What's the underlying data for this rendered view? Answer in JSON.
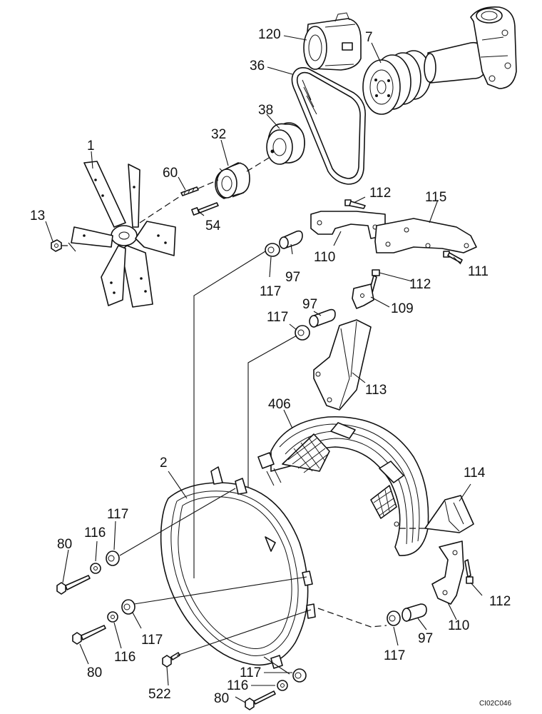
{
  "figure_ref": "CI02C046",
  "labels": {
    "p120": "120",
    "p7": "7",
    "p36": "36",
    "p38": "38",
    "p32": "32",
    "p1": "1",
    "p60": "60",
    "p13": "13",
    "p54": "54",
    "p112a": "112",
    "p115": "115",
    "p110a": "110",
    "p111": "111",
    "p117a": "117",
    "p97a": "97",
    "p112b": "112",
    "p109": "109",
    "p97b": "97",
    "p117b": "117",
    "p113": "113",
    "p406": "406",
    "p2": "2",
    "p114": "114",
    "p117c": "117",
    "p116a": "116",
    "p80a": "80",
    "p112c": "112",
    "p110b": "110",
    "p117d": "117",
    "p116b": "116",
    "p80b": "80",
    "p97c": "97",
    "p117e": "117",
    "p522": "522",
    "p117f": "117",
    "p116c": "116",
    "p80c": "80"
  }
}
